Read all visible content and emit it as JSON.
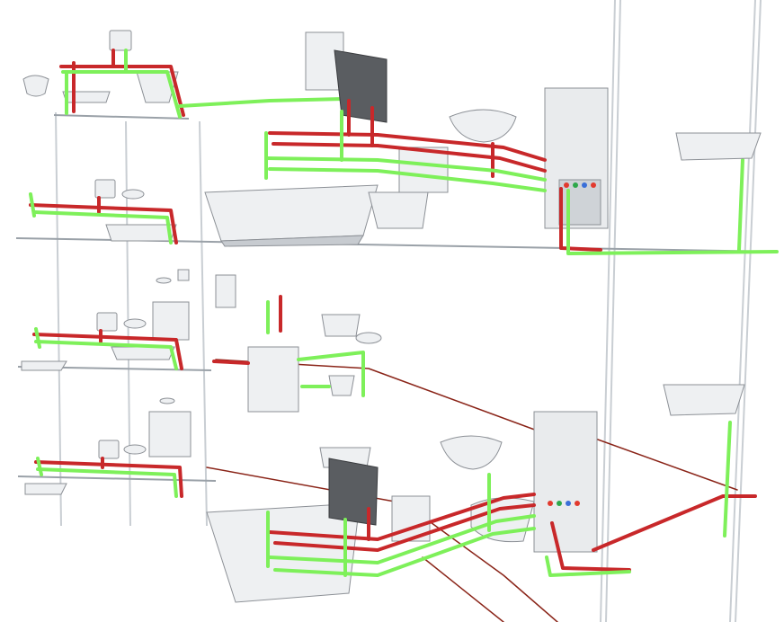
{
  "diagram": {
    "kind": "3d-plumbing-scheme",
    "floors": [
      "floor-1",
      "floor-2",
      "floor-3",
      "floor-4",
      "floor-5"
    ],
    "colors": {
      "hot_pipe": "#c8282a",
      "cold_pipe": "#7ef05a",
      "cold_pipe_edge": "#3aa52a",
      "frame_line": "#c9ced3",
      "floor_slab": "#9aa1a8",
      "fixture_fill": "#eef0f2",
      "fixture_shadow": "#c7cbd0",
      "boiler_fill": "#5a5d61",
      "cabinet_fill": "#e9ebed",
      "drain_line": "#8a2418",
      "valve_red": "#e23a2e",
      "valve_green": "#2ea84a",
      "valve_blue": "#3a6fd8"
    },
    "icons": [
      "bathtub-icon",
      "washbasin-icon",
      "toilet-icon",
      "bidet-icon",
      "boiler-icon",
      "manifold-cabinet-icon",
      "shower-tray-icon",
      "water-heater-icon"
    ]
  }
}
